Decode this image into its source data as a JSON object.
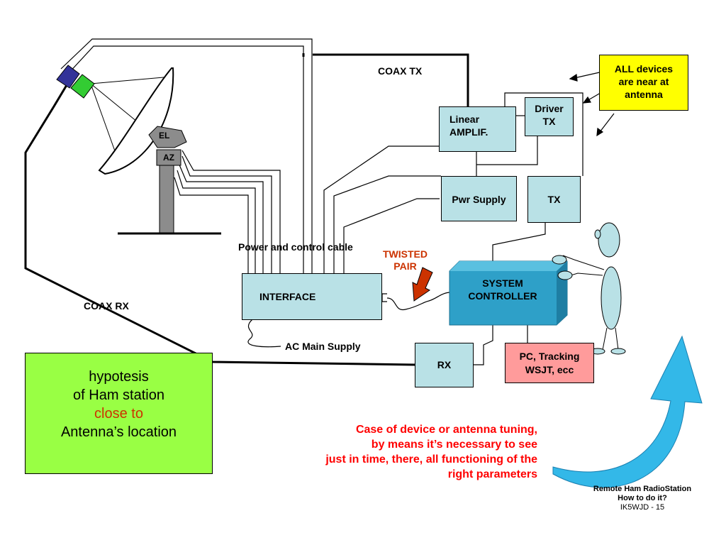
{
  "labels": {
    "coax_tx": "COAX  TX",
    "coax_rx": "COAX   RX",
    "power_control_cable": "Power and control cable",
    "twisted_pair": [
      "TWISTED",
      "PAIR"
    ],
    "ac_main_supply": "AC Main Supply",
    "el": "EL",
    "az": "AZ"
  },
  "boxes": {
    "linear_amplif": [
      "Linear",
      "AMPLIF."
    ],
    "driver_tx": [
      "Driver",
      "TX"
    ],
    "pwr_supply": "Pwr Supply",
    "tx": "TX",
    "interface": "INTERFACE",
    "system_controller": [
      "SYSTEM",
      "CONTROLLER"
    ],
    "rx": "RX",
    "pc_tracking": [
      "PC, Tracking",
      "WSJT, ecc"
    ]
  },
  "note": [
    "ALL devices",
    "are near  at",
    "antenna"
  ],
  "hypothesis": [
    "hypotesis",
    "of Ham station",
    "close to",
    "Antenna’s location"
  ],
  "case_text": [
    "Case of  device or antenna tuning,",
    "by means  it’s necessary to see",
    "just in time, there, all  functioning  of the",
    "right  parameters"
  ],
  "footer": [
    "Remote Ham RadioStation",
    "How to do it?",
    "IK5WJD - 15"
  ],
  "colors": {
    "box_fill": "#b9e1e6",
    "controller_fill": "#2ea0c8",
    "pc_fill": "#ff9b9b",
    "note_fill": "#ffff00",
    "hypothesis_fill": "#99ff44",
    "red_text": "#ff0000",
    "twisted_text": "#cc3300",
    "arrow_fill": "#33b8e8"
  }
}
